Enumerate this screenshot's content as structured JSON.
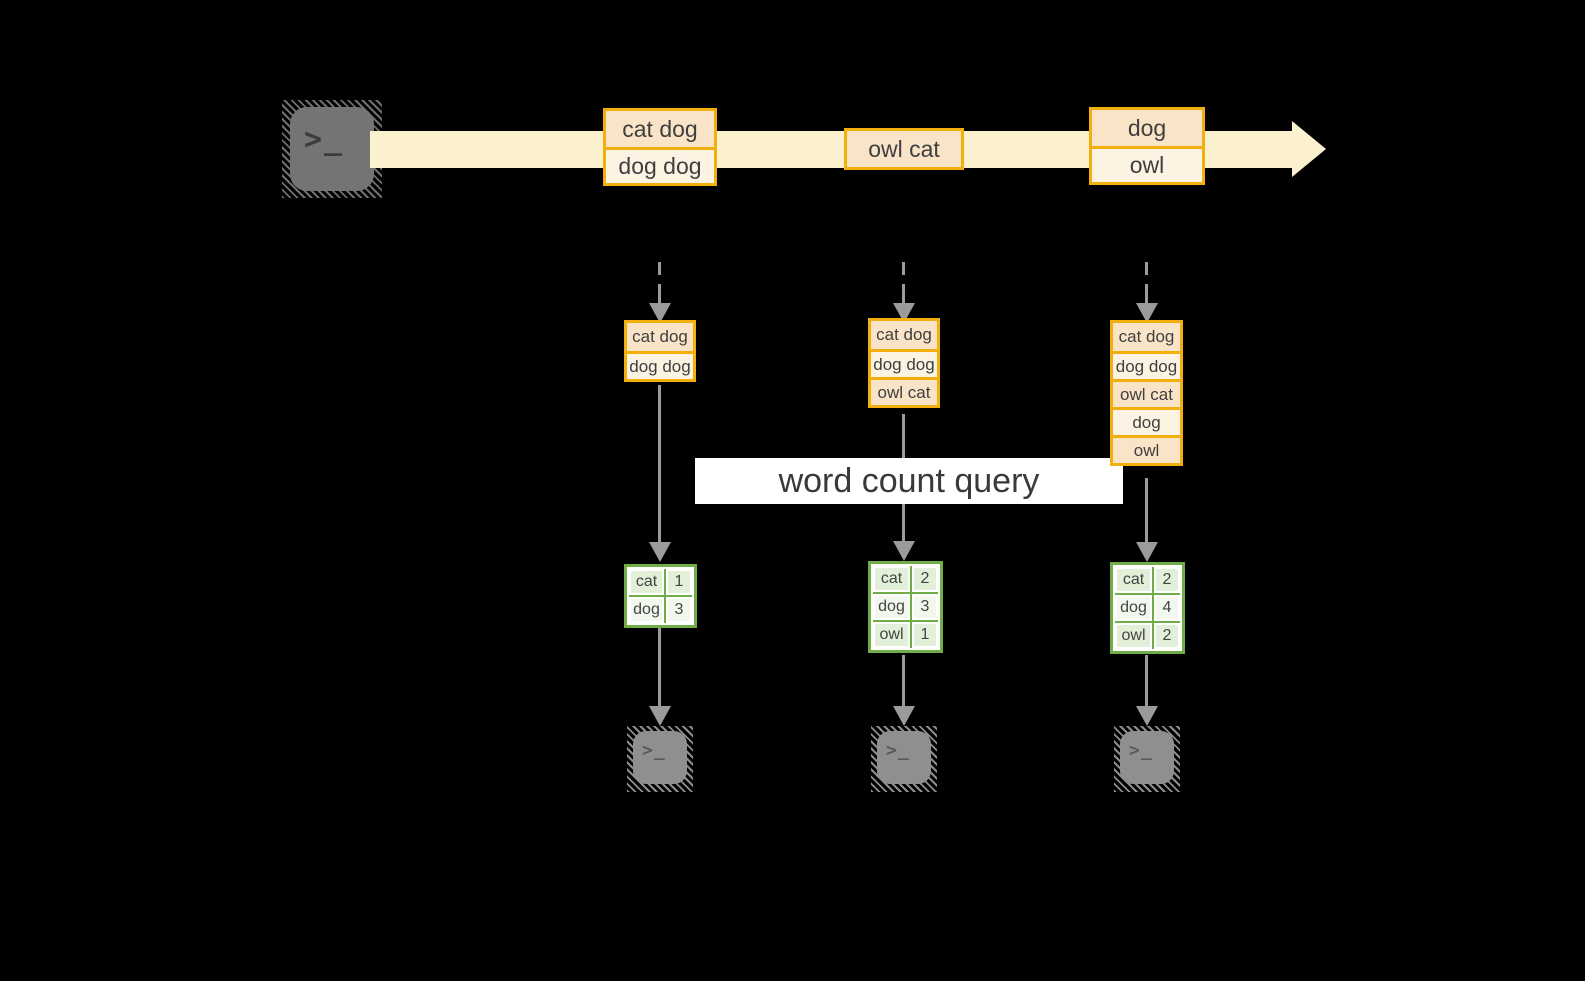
{
  "diagram": {
    "query_label": "word count query",
    "terminal_glyph": ">_"
  },
  "stream_events": [
    {
      "rows": [
        "cat dog",
        "dog dog"
      ]
    },
    {
      "rows": [
        "owl cat"
      ]
    },
    {
      "rows": [
        "dog",
        "owl"
      ]
    }
  ],
  "tasks": [
    {
      "buffer": [
        "cat dog",
        "dog dog"
      ],
      "counts": [
        {
          "word": "cat",
          "count": "1"
        },
        {
          "word": "dog",
          "count": "3"
        }
      ]
    },
    {
      "buffer": [
        "cat dog",
        "dog dog",
        "owl cat"
      ],
      "counts": [
        {
          "word": "cat",
          "count": "2"
        },
        {
          "word": "dog",
          "count": "3"
        },
        {
          "word": "owl",
          "count": "1"
        }
      ]
    },
    {
      "buffer": [
        "cat dog",
        "dog dog",
        "owl cat",
        "dog",
        "owl"
      ],
      "counts": [
        {
          "word": "cat",
          "count": "2"
        },
        {
          "word": "dog",
          "count": "4"
        },
        {
          "word": "owl",
          "count": "2"
        }
      ]
    }
  ],
  "colors": {
    "background": "#000000",
    "stream_fill": "#FCF1CF",
    "event_border": "#F2AF0D",
    "event_fill_dark": "#FAE4C8",
    "event_fill_light": "#FDF3E3",
    "table_border": "#71AD47",
    "table_cell_green": "#E2EFD9",
    "table_cell_pale": "#F3F8EE",
    "arrow_gray": "#9B9B9B",
    "source_terminal_gray": "#747474",
    "sink_terminal_gray": "#8F8F8F",
    "text_dark": "#3F3F3F",
    "query_label_bg": "#FFFFFF"
  }
}
